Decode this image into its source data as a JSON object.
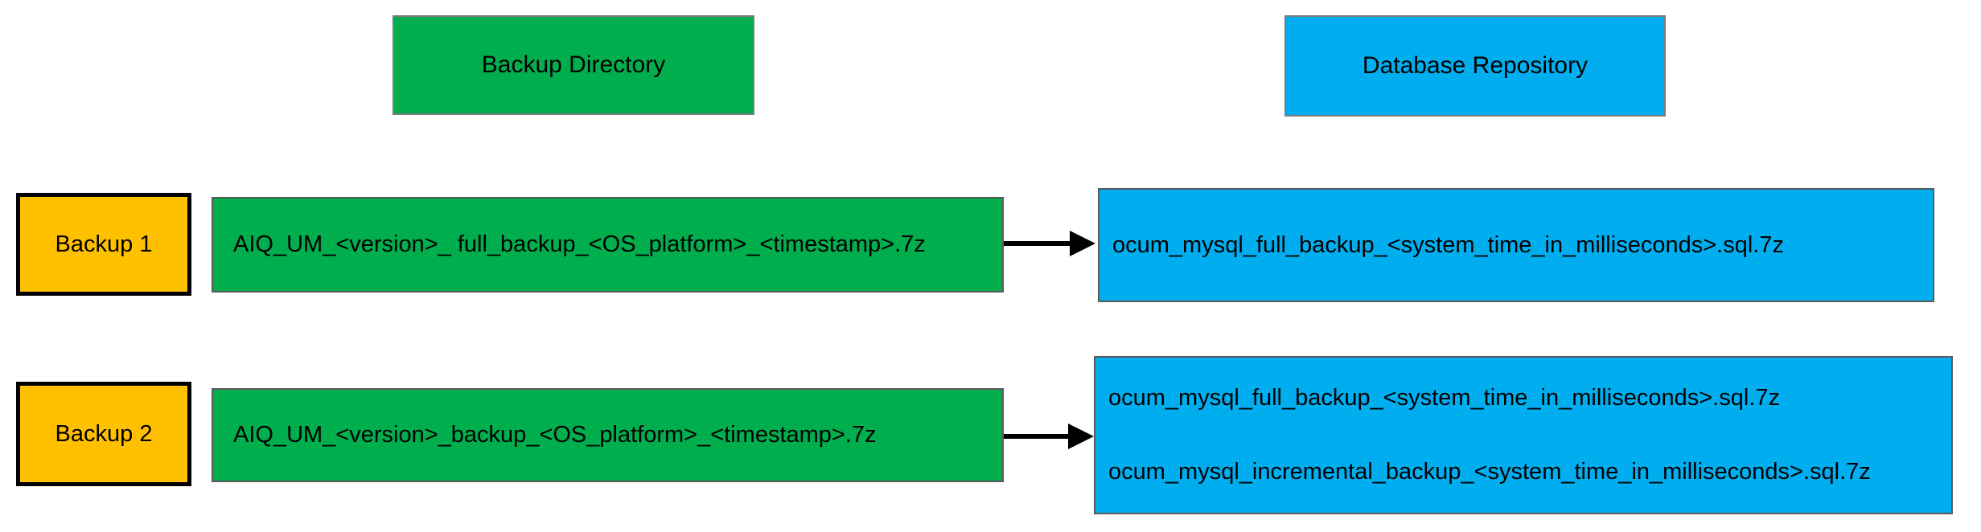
{
  "diagram": {
    "title_absent": true,
    "columns": [
      {
        "label": "Backup Directory",
        "color": "#00ae4d"
      },
      {
        "label": "Database Repository",
        "color": "#00aeef"
      }
    ],
    "rows": [
      {
        "source_label": "Backup 1",
        "source_color": "#ffc000",
        "backup_file": "AIQ_UM_<version>_ full_backup_<OS_platform>_<timestamp>.7z",
        "backup_file_color": "#00ae4d",
        "db_files": [
          "ocum_mysql_full_backup_<system_time_in_milliseconds>.sql.7z"
        ],
        "db_color": "#00aeef",
        "connector": "arrow-right-icon"
      },
      {
        "source_label": "Backup 2",
        "source_color": "#ffc000",
        "backup_file": "AIQ_UM_<version>_backup_<OS_platform>_<timestamp>.7z",
        "backup_file_color": "#00ae4d",
        "db_files": [
          "ocum_mysql_full_backup_<system_time_in_milliseconds>.sql.7z",
          "ocum_mysql_incremental_backup_<system_time_in_milliseconds>.sql.7z"
        ],
        "db_color": "#00aeef",
        "connector": "arrow-right-icon"
      }
    ]
  }
}
